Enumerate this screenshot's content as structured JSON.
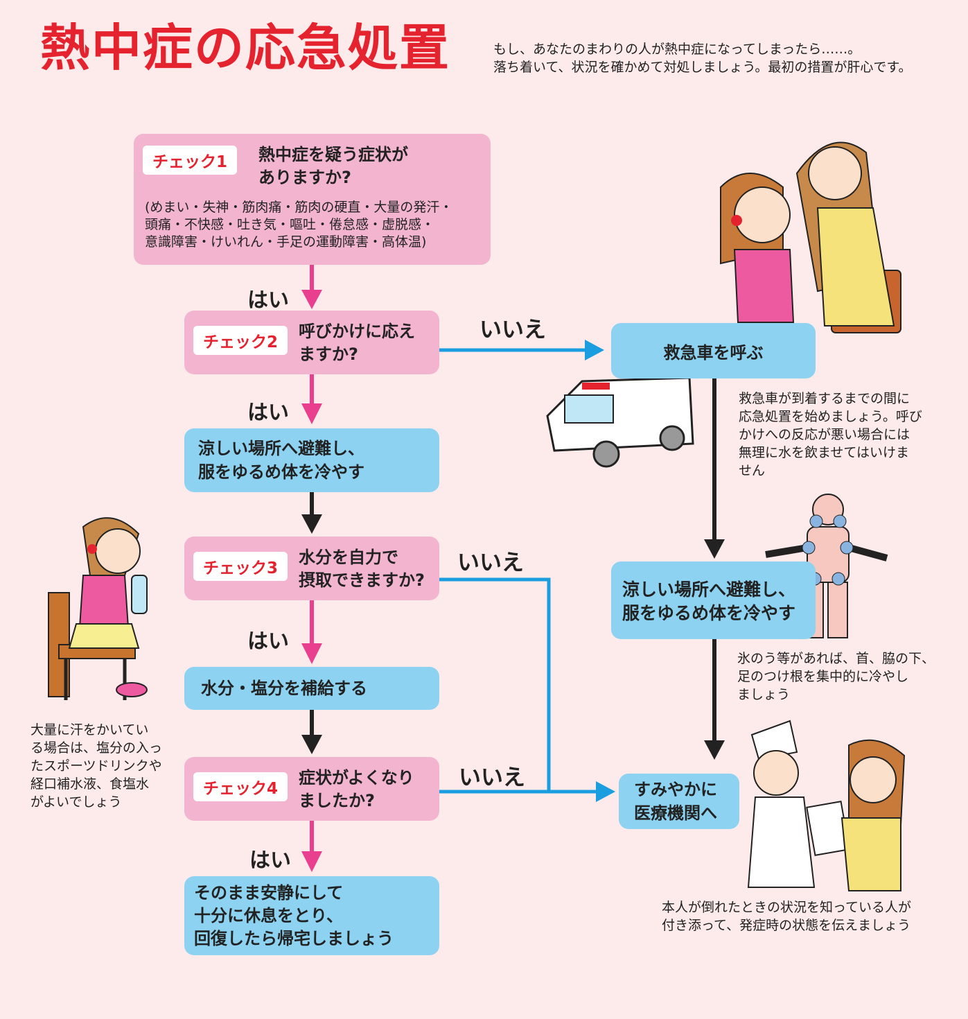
{
  "title": "熱中症の応急処置",
  "intro": "もし、あなたのまわりの人が熱中症になってしまったら……。\n落ち着いて、状況を確かめて対処しましょう。最初の措置が肝心です。",
  "check1": {
    "tag": "チェック1",
    "question": "熱中症を疑う症状が\nありますか?",
    "symptoms": "(めまい・失神・筋肉痛・筋肉の硬直・大量の発汗・\n頭痛・不快感・吐き気・嘔吐・倦怠感・虚脱感・\n意識障害・けいれん・手足の運動障害・高体温)"
  },
  "check2": {
    "tag": "チェック2",
    "question": "呼びかけに応え\nますか?"
  },
  "check3": {
    "tag": "チェック3",
    "question": "水分を自力で\n摂取できますか?"
  },
  "check4": {
    "tag": "チェック4",
    "question": "症状がよくなり\nましたか?"
  },
  "actions": {
    "cool_left": "涼しい場所へ避難し、\n服をゆるめ体を冷やす",
    "hydrate": "水分・塩分を補給する",
    "rest": "そのまま安静にして\n十分に休息をとり、\n回復したら帰宅しましょう",
    "ambulance": "救急車を呼ぶ",
    "cool_right": "涼しい場所へ避難し、\n服をゆるめ体を冷やす",
    "hospital": "すみやかに\n医療機関へ"
  },
  "labels": {
    "yes": "はい",
    "no": "いいえ"
  },
  "notes": {
    "ambulance": "救急車が到着するまでの間に\n応急処置を始めましょう。呼び\nかけへの反応が悪い場合には\n無理に水を飲ませてはいけま\nせん",
    "ice": "氷のう等があれば、首、脇の下、\n足のつけ根を集中的に冷やし\nましょう",
    "sweat": "大量に汗をかいてい\nる場合は、塩分の入っ\nたスポーツドリンクや\n経口補水液、食塩水\nがよいでしょう",
    "hospital": "本人が倒れたときの状況を知っている人が\n付き添って、発症時の状態を伝えましょう"
  },
  "colors": {
    "title": "#e5232f",
    "pink_box": "#f3b4cf",
    "blue_box": "#8dd3f1",
    "yes_arrow": "#e8408e",
    "no_arrow": "#1a9ee0",
    "flow_arrow": "#222222",
    "background": "#fdeaea"
  },
  "icons": [
    "worried-girl-illustration",
    "ambulance-illustration",
    "body-icepack-illustration",
    "drinking-girl-illustration",
    "nurse-illustration"
  ]
}
